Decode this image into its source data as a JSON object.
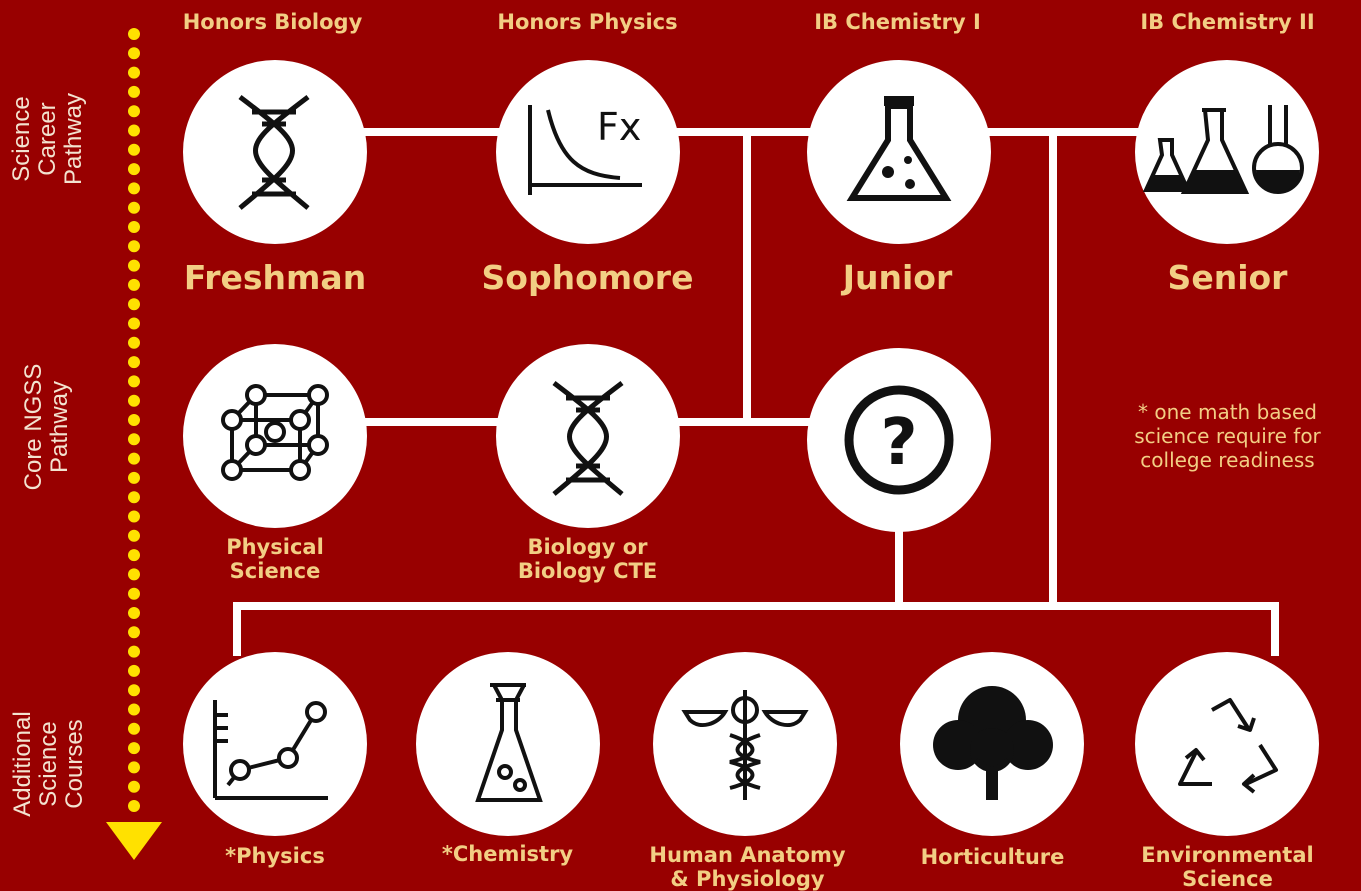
{
  "courses_top": [
    "Honors Biology",
    "Honors Physics",
    "IB Chemistry I",
    "IB Chemistry II"
  ],
  "years": [
    "Freshman",
    "Sophomore",
    "Junior",
    "Senior"
  ],
  "pathways": {
    "science_career": [
      "Science",
      "Career",
      "Pathway"
    ],
    "core_ngss": [
      "Core NGSS",
      "Pathway"
    ],
    "additional": [
      "Additional",
      "Science",
      "Courses"
    ]
  },
  "core": {
    "physical_science": [
      "Physical",
      "Science"
    ],
    "biology": [
      "Biology or",
      "Biology CTE"
    ],
    "question_asterisk": "*"
  },
  "note": [
    "* one math based",
    "science require for",
    "college readiness"
  ],
  "additional_courses": [
    [
      "*Physics"
    ],
    [
      "*Chemistry"
    ],
    [
      "Human Anatomy",
      "& Physiology"
    ],
    [
      "Horticulture"
    ],
    [
      "Environmental",
      "Science"
    ]
  ],
  "icons": {
    "top": [
      "dna-icon",
      "graph-fx-icon",
      "flask-icon",
      "lab-glassware-icon"
    ],
    "core": [
      "molecule-cube-icon",
      "dna-icon",
      "question-mark-icon"
    ],
    "additional": [
      "line-graph-icon",
      "beaker-icon",
      "caduceus-icon",
      "tree-icon",
      "recycle-icon"
    ]
  },
  "colors": {
    "background": "#980000",
    "text": "#f2ce84",
    "dots": "#ffe100",
    "circle": "#ffffff"
  }
}
